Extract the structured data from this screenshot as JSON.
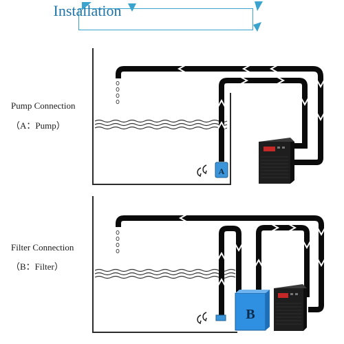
{
  "header": {
    "title": "Installation",
    "accent_color": "#3aa4cf",
    "title_color": "#1f74a8"
  },
  "sections": [
    {
      "id": "pump",
      "title": "Pump Connection",
      "subtitle": "（A：Pump）",
      "device_label": "A",
      "device_color": "#3b95d8"
    },
    {
      "id": "filter",
      "title": "Filter Connection",
      "subtitle": "（B：Filter）",
      "device_label": "B",
      "device_color": "#2f8fe0"
    }
  ],
  "chiller": {
    "icon": "water-chiller-icon",
    "display_color": "#c62828"
  },
  "colors": {
    "pipe": "#0b0b0b",
    "tank_wall": "#2b2b2b",
    "water_wave": "#333333"
  }
}
